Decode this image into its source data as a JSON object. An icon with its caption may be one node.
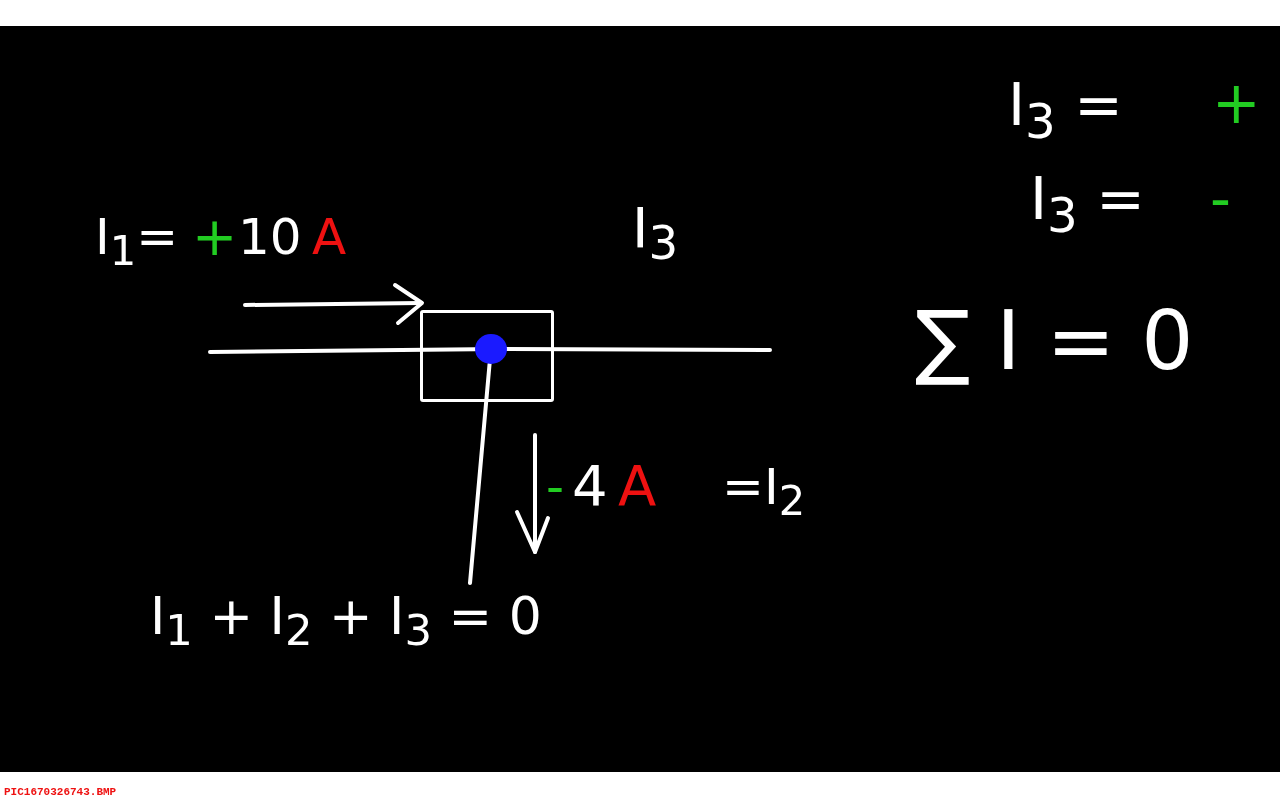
{
  "diagram": {
    "nodes": [
      {
        "text": [],
        "shape": "box"
      },
      {
        "text": [],
        "shape": "circle",
        "in": 0
      }
    ],
    "edges": [
      {
        "from": null,
        "to": 1,
        "arrow": "none"
      },
      {
        "from": 1,
        "to": null,
        "arrow": "none"
      },
      {
        "from": 1,
        "to": null,
        "arrow": "none"
      }
    ],
    "labels": [
      "I$_{1}$=",
      "+",
      "10",
      "A",
      "I$_{3}$",
      "-",
      "4",
      "A",
      "=I$_{2}$",
      "I$_{1}$ + I$_{2}$ + I$_{3}$ = 0",
      "I$_{3}$ =",
      "+",
      "I$_{3}$ =",
      "-",
      "∑ I = 0",
      "PIC1670326743.BMP"
    ]
  }
}
